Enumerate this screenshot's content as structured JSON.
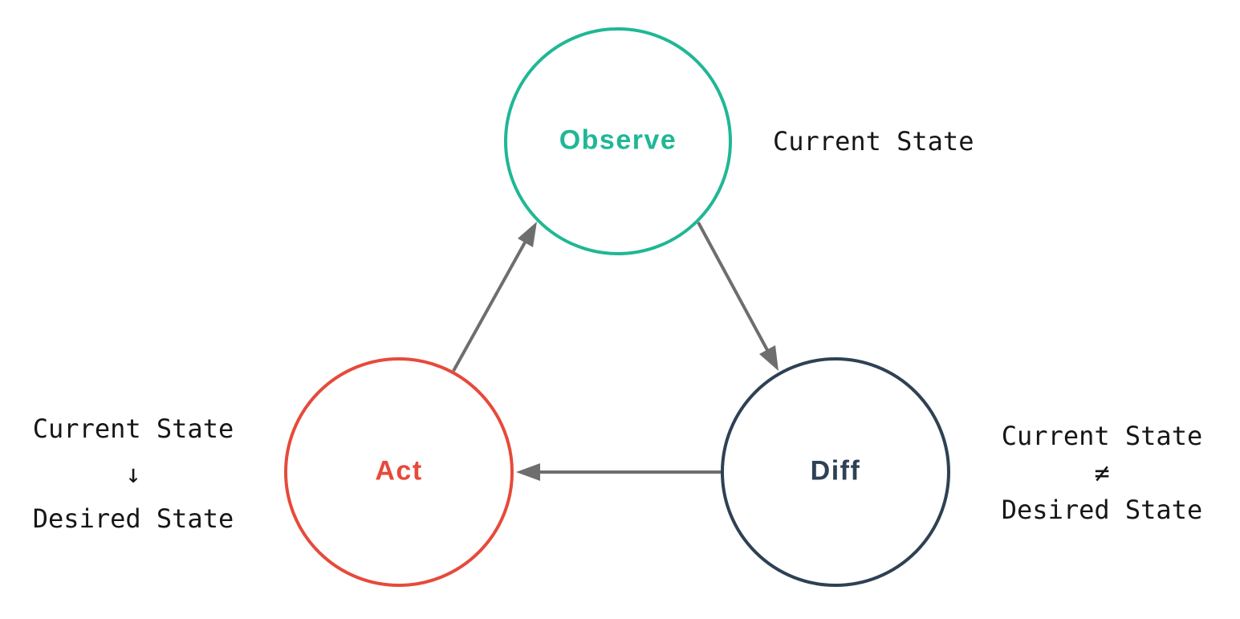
{
  "colors": {
    "background": "#ffffff",
    "arrow": "#6e6e6e",
    "text": "#161616"
  },
  "nodes": {
    "observe": {
      "label": "Observe",
      "color": "#20b795"
    },
    "act": {
      "label": "Act",
      "color": "#e64a3b"
    },
    "diff": {
      "label": "Diff",
      "color": "#2e4154"
    }
  },
  "edges": [
    {
      "from": "Observe",
      "to": "Diff"
    },
    {
      "from": "Diff",
      "to": "Act"
    },
    {
      "from": "Act",
      "to": "Observe"
    }
  ],
  "annotations": {
    "observe_note": "Current State",
    "act_note": {
      "line1": "Current State",
      "line2": "↓",
      "line3": "Desired State"
    },
    "diff_note": {
      "line1": "Current State",
      "line2": "≠",
      "line3": "Desired State"
    }
  }
}
